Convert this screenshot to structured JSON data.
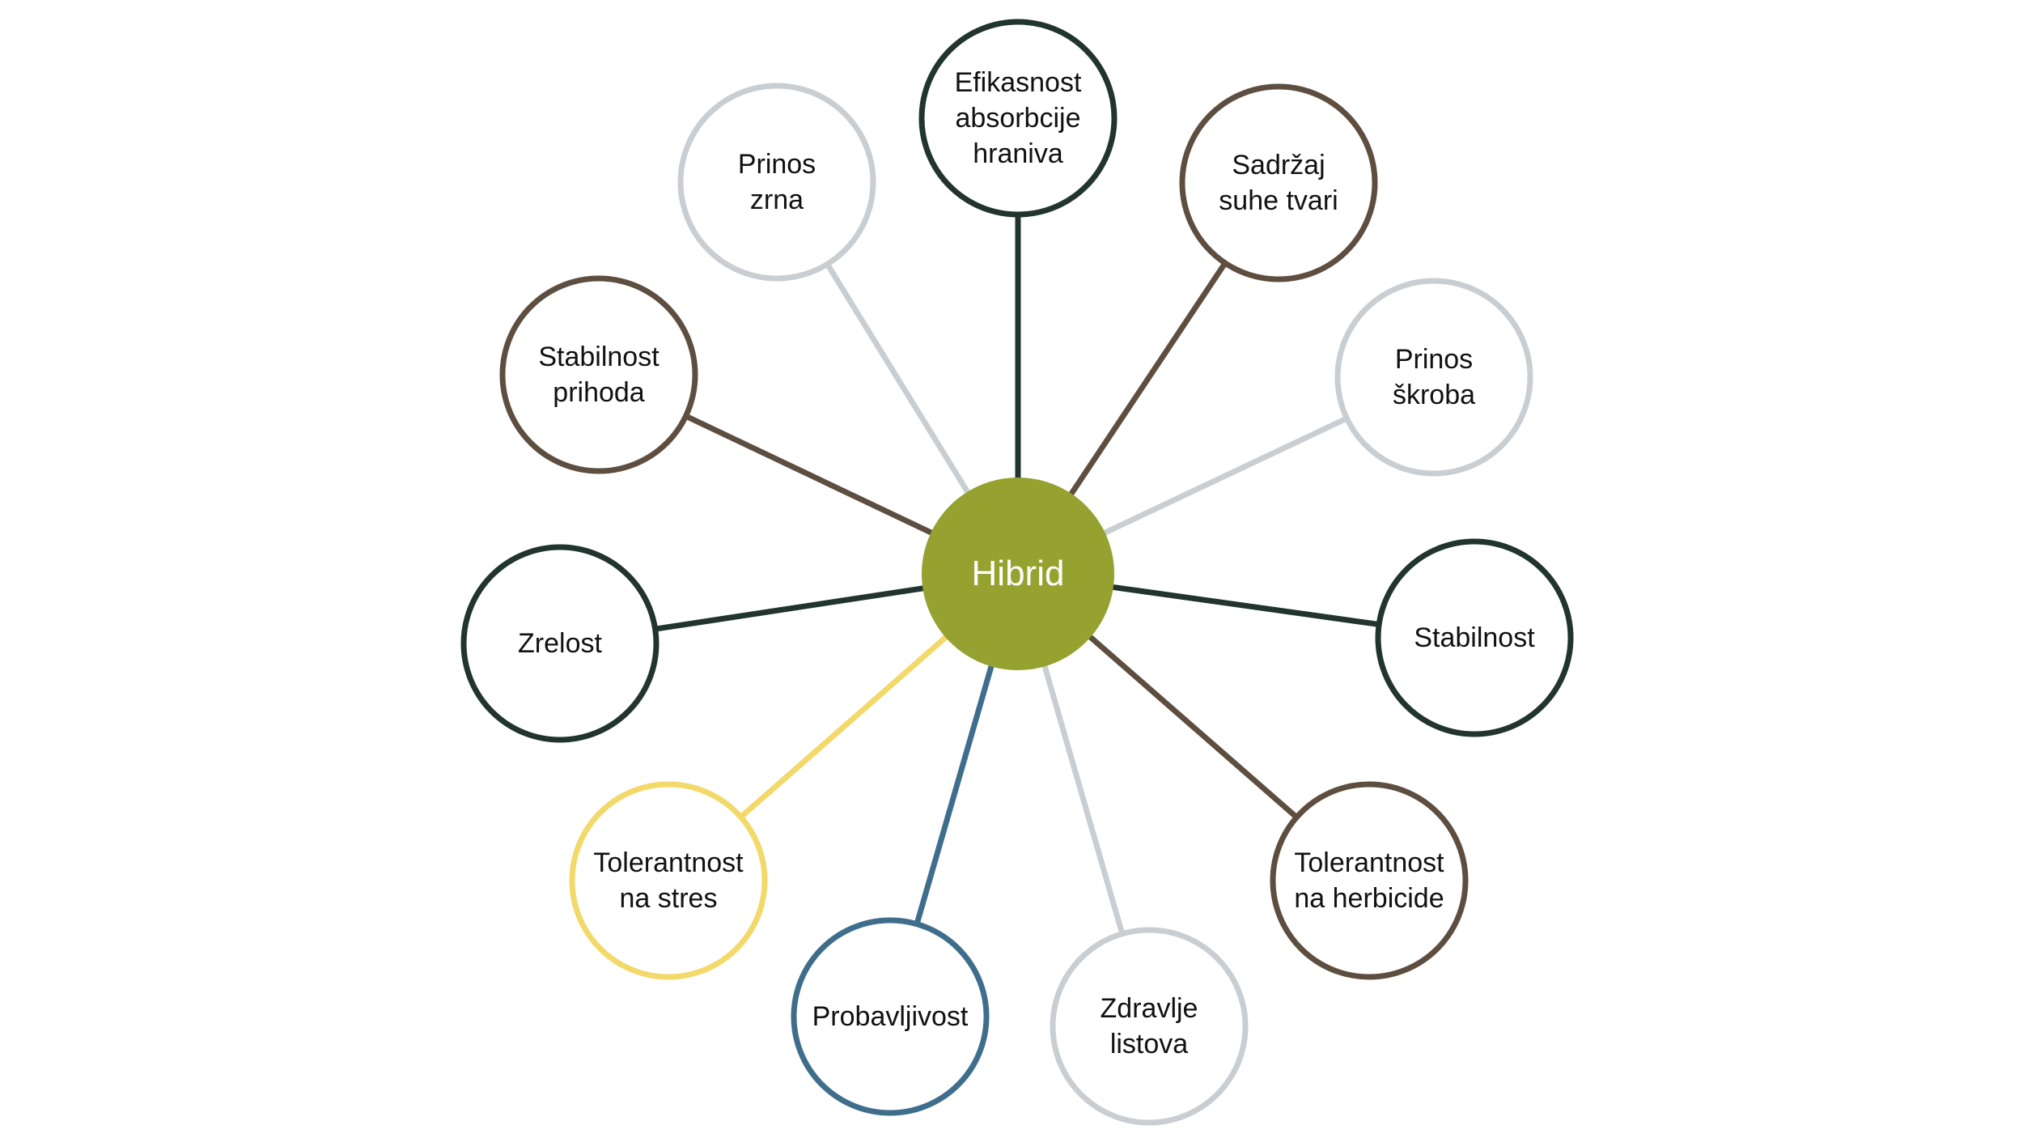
{
  "hub": {
    "label": "Hibrid",
    "color": "#95a230"
  },
  "colors": {
    "dark_green": "#21342f",
    "brown": "#5e4e40",
    "light_gray": "#c9ced3",
    "yellow": "#f3d969",
    "blue": "#3f6e8c"
  },
  "nodes": [
    {
      "id": "efikasnost",
      "label": "Efikasnost\nabsorbcije\nhraniva",
      "color": "dark_green"
    },
    {
      "id": "sadrzaj",
      "label": "Sadržaj\nsuhe tvari",
      "color": "brown"
    },
    {
      "id": "prinos-skroba",
      "label": "Prinos\nškroba",
      "color": "light_gray"
    },
    {
      "id": "stabilnost",
      "label": "Stabilnost",
      "color": "dark_green"
    },
    {
      "id": "tolerantnost-herbicide",
      "label": "Tolerantnost\nna herbicide",
      "color": "brown"
    },
    {
      "id": "zdravlje-listova",
      "label": "Zdravlje\nlistova",
      "color": "light_gray"
    },
    {
      "id": "probavljivost",
      "label": "Probavljivost",
      "color": "blue"
    },
    {
      "id": "tolerantnost-stres",
      "label": "Tolerantnost\nna stres",
      "color": "yellow"
    },
    {
      "id": "zrelost",
      "label": "Zrelost",
      "color": "dark_green"
    },
    {
      "id": "stabilnost-prihoda",
      "label": "Stabilnost\nprihoda",
      "color": "brown"
    },
    {
      "id": "prinos-zrna",
      "label": "Prinos\nzrna",
      "color": "light_gray"
    }
  ]
}
